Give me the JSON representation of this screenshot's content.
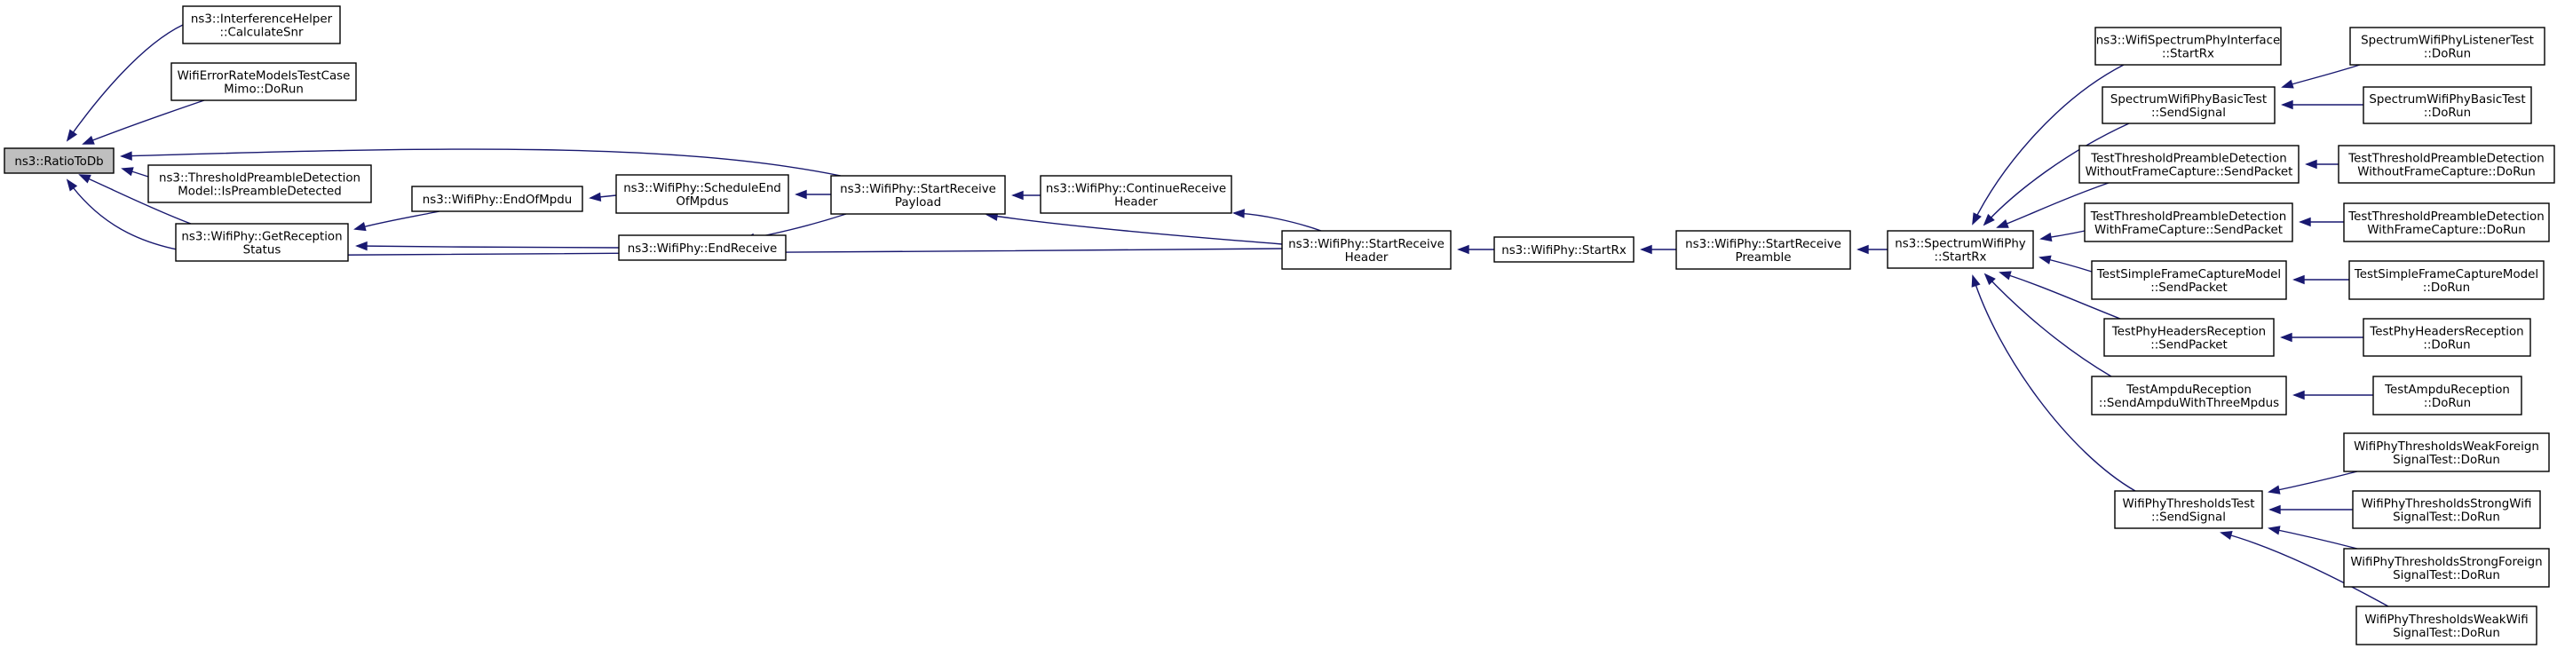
{
  "graph": {
    "colors": {
      "edge": "#191970",
      "node_border": "#000000",
      "node_fill": "#ffffff",
      "root_fill": "#bfbfbf"
    },
    "nodes": {
      "n_ratio": {
        "lines": [
          "ns3::RatioToDb"
        ],
        "root": true
      },
      "n_calcsnr": {
        "lines": [
          "ns3::InterferenceHelper",
          "::CalculateSnr"
        ]
      },
      "n_errrate": {
        "lines": [
          "WifiErrorRateModelsTestCase",
          "Mimo::DoRun"
        ]
      },
      "n_threshpre": {
        "lines": [
          "ns3::ThresholdPreambleDetection",
          "Model::IsPreambleDetected"
        ]
      },
      "n_getrecep": {
        "lines": [
          "ns3::WifiPhy::GetReception",
          "Status"
        ]
      },
      "n_endofmpdu": {
        "lines": [
          "ns3::WifiPhy::EndOfMpdu"
        ]
      },
      "n_schedend": {
        "lines": [
          "ns3::WifiPhy::ScheduleEnd",
          "OfMpdus"
        ]
      },
      "n_endrecv": {
        "lines": [
          "ns3::WifiPhy::EndReceive"
        ]
      },
      "n_startpayload": {
        "lines": [
          "ns3::WifiPhy::StartReceive",
          "Payload"
        ]
      },
      "n_conthdr": {
        "lines": [
          "ns3::WifiPhy::ContinueReceive",
          "Header"
        ]
      },
      "n_starthdr": {
        "lines": [
          "ns3::WifiPhy::StartReceive",
          "Header"
        ]
      },
      "n_startrx": {
        "lines": [
          "ns3::WifiPhy::StartRx"
        ]
      },
      "n_startpre": {
        "lines": [
          "ns3::WifiPhy::StartReceive",
          "Preamble"
        ]
      },
      "n_specstartrx": {
        "lines": [
          "ns3::SpectrumWifiPhy",
          "::StartRx"
        ]
      },
      "n_ifacerx": {
        "lines": [
          "ns3::WifiSpectrumPhyInterface",
          "::StartRx"
        ]
      },
      "n_basicsend": {
        "lines": [
          "SpectrumWifiPhyBasicTest",
          "::SendSignal"
        ]
      },
      "n_tpdwo_send": {
        "lines": [
          "TestThresholdPreambleDetection",
          "WithoutFrameCapture::SendPacket"
        ]
      },
      "n_tpdw_send": {
        "lines": [
          "TestThresholdPreambleDetection",
          "WithFrameCapture::SendPacket"
        ]
      },
      "n_tsfc_send": {
        "lines": [
          "TestSimpleFrameCaptureModel",
          "::SendPacket"
        ]
      },
      "n_tphr_send": {
        "lines": [
          "TestPhyHeadersReception",
          "::SendPacket"
        ]
      },
      "n_tampdu_send": {
        "lines": [
          "TestAmpduReception",
          "::SendAmpduWithThreeMpdus"
        ]
      },
      "n_thresh_send": {
        "lines": [
          "WifiPhyThresholdsTest",
          "::SendSignal"
        ]
      },
      "n_listener_run": {
        "lines": [
          "SpectrumWifiPhyListenerTest",
          "::DoRun"
        ]
      },
      "n_basic_run": {
        "lines": [
          "SpectrumWifiPhyBasicTest",
          "::DoRun"
        ]
      },
      "n_tpdwo_run": {
        "lines": [
          "TestThresholdPreambleDetection",
          "WithoutFrameCapture::DoRun"
        ]
      },
      "n_tpdw_run": {
        "lines": [
          "TestThresholdPreambleDetection",
          "WithFrameCapture::DoRun"
        ]
      },
      "n_tsfc_run": {
        "lines": [
          "TestSimpleFrameCaptureModel",
          "::DoRun"
        ]
      },
      "n_tphr_run": {
        "lines": [
          "TestPhyHeadersReception",
          "::DoRun"
        ]
      },
      "n_tampdu_run": {
        "lines": [
          "TestAmpduReception",
          "::DoRun"
        ]
      },
      "n_weakforeign_run": {
        "lines": [
          "WifiPhyThresholdsWeakForeign",
          "SignalTest::DoRun"
        ]
      },
      "n_strongwifi_run": {
        "lines": [
          "WifiPhyThresholdsStrongWifi",
          "SignalTest::DoRun"
        ]
      },
      "n_strongforeign_run": {
        "lines": [
          "WifiPhyThresholdsStrongForeign",
          "SignalTest::DoRun"
        ]
      },
      "n_weakwifi_run": {
        "lines": [
          "WifiPhyThresholdsWeakWifi",
          "SignalTest::DoRun"
        ]
      }
    },
    "edges": [
      {
        "from": "n_calcsnr",
        "to": "n_ratio"
      },
      {
        "from": "n_errrate",
        "to": "n_ratio"
      },
      {
        "from": "n_threshpre",
        "to": "n_ratio"
      },
      {
        "from": "n_getrecep",
        "to": "n_ratio"
      },
      {
        "from": "n_startpayload",
        "to": "n_ratio"
      },
      {
        "from": "n_starthdr",
        "to": "n_ratio"
      },
      {
        "from": "n_endofmpdu",
        "to": "n_getrecep"
      },
      {
        "from": "n_endrecv",
        "to": "n_getrecep"
      },
      {
        "from": "n_schedend",
        "to": "n_endofmpdu"
      },
      {
        "from": "n_startpayload",
        "to": "n_schedend"
      },
      {
        "from": "n_startpayload",
        "to": "n_endrecv"
      },
      {
        "from": "n_conthdr",
        "to": "n_startpayload"
      },
      {
        "from": "n_starthdr",
        "to": "n_startpayload"
      },
      {
        "from": "n_starthdr",
        "to": "n_conthdr"
      },
      {
        "from": "n_startrx",
        "to": "n_starthdr"
      },
      {
        "from": "n_startpre",
        "to": "n_startrx"
      },
      {
        "from": "n_specstartrx",
        "to": "n_startpre"
      },
      {
        "from": "n_ifacerx",
        "to": "n_specstartrx"
      },
      {
        "from": "n_basicsend",
        "to": "n_specstartrx"
      },
      {
        "from": "n_tpdwo_send",
        "to": "n_specstartrx"
      },
      {
        "from": "n_tpdw_send",
        "to": "n_specstartrx"
      },
      {
        "from": "n_tsfc_send",
        "to": "n_specstartrx"
      },
      {
        "from": "n_tphr_send",
        "to": "n_specstartrx"
      },
      {
        "from": "n_tampdu_send",
        "to": "n_specstartrx"
      },
      {
        "from": "n_thresh_send",
        "to": "n_specstartrx"
      },
      {
        "from": "n_listener_run",
        "to": "n_basicsend"
      },
      {
        "from": "n_basic_run",
        "to": "n_basicsend"
      },
      {
        "from": "n_tpdwo_run",
        "to": "n_tpdwo_send"
      },
      {
        "from": "n_tpdw_run",
        "to": "n_tpdw_send"
      },
      {
        "from": "n_tsfc_run",
        "to": "n_tsfc_send"
      },
      {
        "from": "n_tphr_run",
        "to": "n_tphr_send"
      },
      {
        "from": "n_tampdu_run",
        "to": "n_tampdu_send"
      },
      {
        "from": "n_weakforeign_run",
        "to": "n_thresh_send"
      },
      {
        "from": "n_strongwifi_run",
        "to": "n_thresh_send"
      },
      {
        "from": "n_strongforeign_run",
        "to": "n_thresh_send"
      },
      {
        "from": "n_weakwifi_run",
        "to": "n_thresh_send"
      }
    ]
  }
}
